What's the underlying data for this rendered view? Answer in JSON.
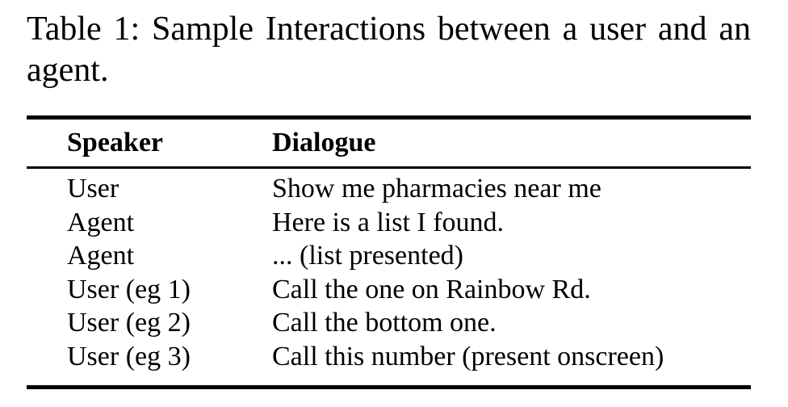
{
  "caption": {
    "full_text": "Table 1: Sample Interactions between a user and an agent.",
    "line1": "Table 1: Sample Interactions between a user and an",
    "line2": "agent."
  },
  "table": {
    "columns": [
      "Speaker",
      "Dialogue"
    ],
    "rows": [
      {
        "speaker": "User",
        "dialogue": "Show me pharmacies near me"
      },
      {
        "speaker": "Agent",
        "dialogue": "Here is a list I found."
      },
      {
        "speaker": "Agent",
        "dialogue": "... (list presented)"
      },
      {
        "speaker": "User (eg 1)",
        "dialogue": "Call the one on Rainbow Rd."
      },
      {
        "speaker": "User (eg 2)",
        "dialogue": "Call the bottom one."
      },
      {
        "speaker": "User (eg 3)",
        "dialogue": "Call this number (present onscreen)"
      }
    ]
  },
  "colors": {
    "text": "#000000",
    "background": "#ffffff",
    "rule": "#000000"
  }
}
